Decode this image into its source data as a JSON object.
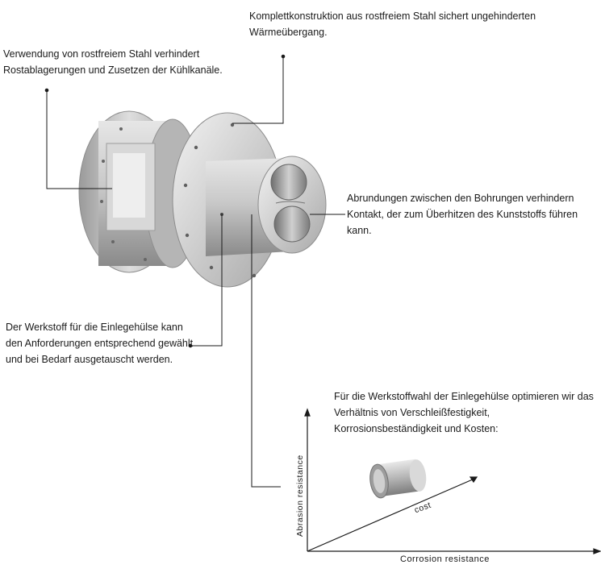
{
  "callouts": {
    "top": "Komplettkonstruktion aus rostfreiem Stahl sichert ungehinderten Wärmeübergang.",
    "left": "Verwendung von rostfreiem Stahl verhindert Rostablagerungen und Zusetzen der Kühlkanäle.",
    "right": "Abrundungen zwischen den Bohrungen verhindern Kontakt, der zum Überhitzen des Kunststoffs führen kann.",
    "bottom": "Der Werkstoff für die Einlegehülse kann den Anforderungen entsprechend gewählt und bei Bedarf ausgetauscht werden.",
    "chart_intro": "Für die Werkstoffwahl der Einlegehülse optimieren wir das Verhältnis von Verschleißfestigkeit, Korrosionsbeständigkeit und Kosten:"
  },
  "axes": {
    "x_label": "Corrosion resistance",
    "y_label": "Abrasion resistance",
    "diagonal_label": "cost"
  },
  "colors": {
    "leader_line": "#1a1a1a",
    "metal_light": "#eeeeee",
    "metal_mid": "#b9b9b9",
    "metal_dark": "#7a7a7a"
  }
}
